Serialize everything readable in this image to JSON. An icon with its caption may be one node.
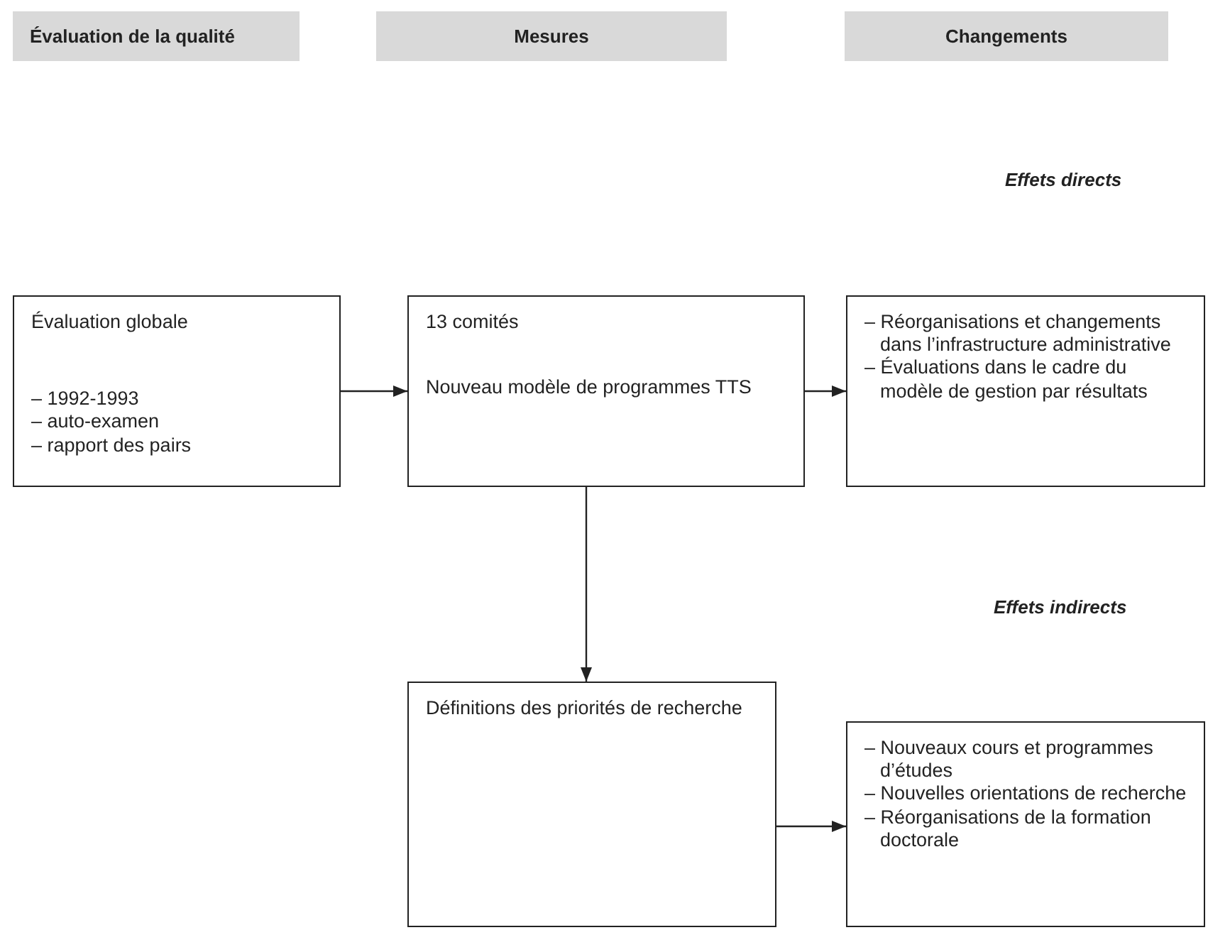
{
  "diagram": {
    "nodes": [
      {
        "text": [
          "Évaluation de la qualité"
        ]
      },
      {
        "text": [
          "Mesures"
        ]
      },
      {
        "text": [
          "Changements"
        ]
      },
      {
        "text": [
          "Évaluation globale",
          "– 1992-1993",
          "– auto-examen",
          "– rapport des pairs"
        ]
      },
      {
        "text": [
          "13 comités",
          "Nouveau modèle de programmes TTS"
        ]
      },
      {
        "text": [
          "– Réorganisations et changements dans l’infrastructure administrative",
          "– Évaluations dans le cadre du modèle de gestion par résultats"
        ]
      },
      {
        "text": [
          "Définitions des priorités de recherche"
        ]
      },
      {
        "text": [
          "– Nouveaux cours et programmes d’études",
          "– Nouvelles orientations de recherche",
          "– Réorganisations de la formation doctorale"
        ]
      }
    ],
    "edges": [
      {
        "from": 3,
        "to": 4,
        "arrow": "to"
      },
      {
        "from": 4,
        "to": 5,
        "arrow": "to"
      },
      {
        "from": 4,
        "to": 6,
        "arrow": "to"
      },
      {
        "from": 6,
        "to": 7,
        "arrow": "to"
      }
    ],
    "labels": [
      "Effets directs",
      "Effets indirects"
    ]
  }
}
